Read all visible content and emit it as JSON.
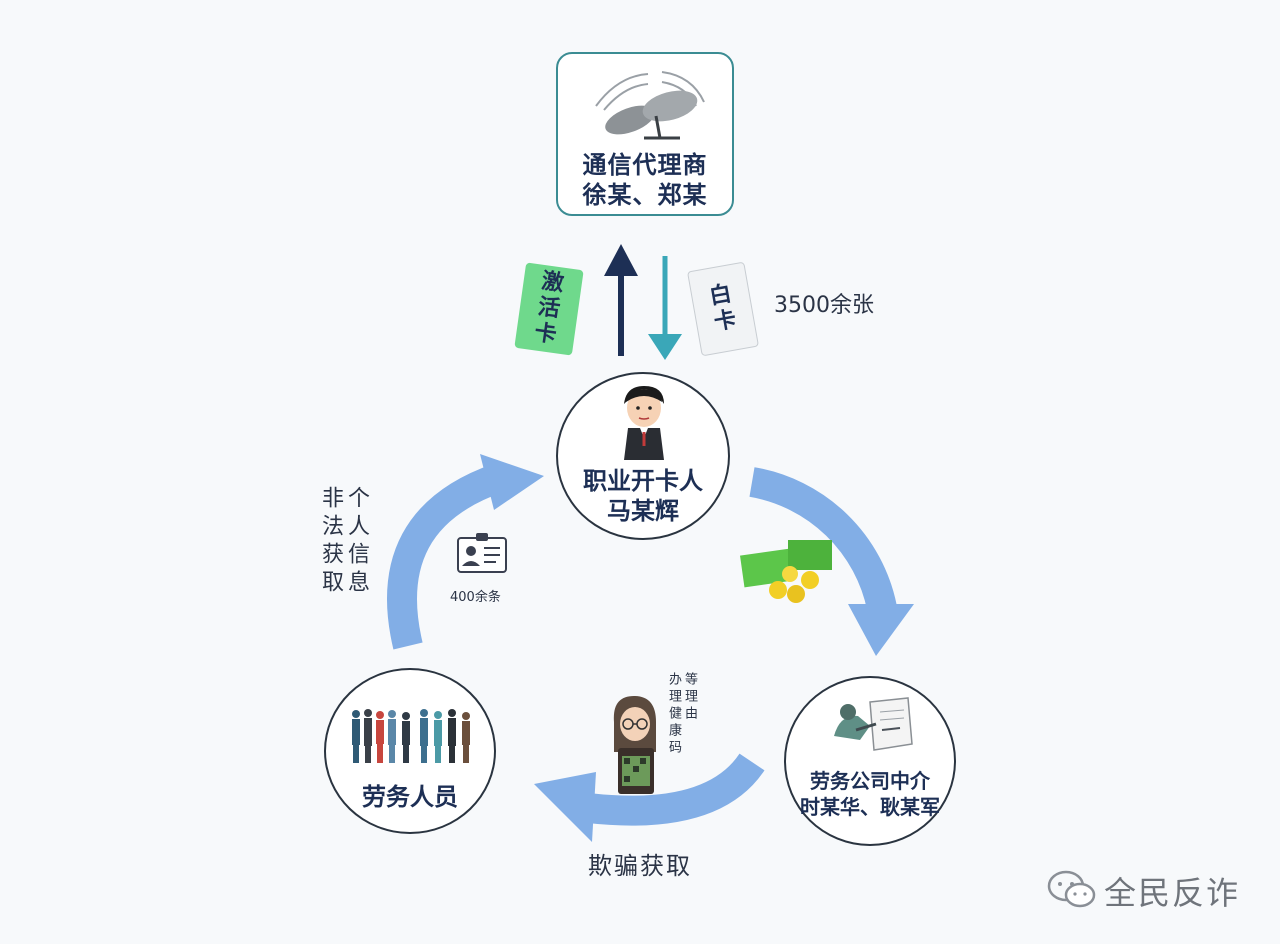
{
  "telecom_agent": {
    "line1": "通信代理商",
    "line2": "徐某、郑某",
    "icon": "satellite-dish-icon"
  },
  "flow_up": {
    "card_chars": [
      "激",
      "活",
      "卡"
    ],
    "card_color": "#6fd98c"
  },
  "flow_down": {
    "card_chars": [
      "白",
      "卡"
    ],
    "card_color": "#f1f3f5",
    "count_label": "3500余张"
  },
  "card_opener": {
    "line1": "职业开卡人",
    "line2": "马某辉",
    "icon": "man-icon"
  },
  "labor_broker": {
    "line1": "劳务公司中介",
    "line2": "时某华、耿某军",
    "icon": "contract-icon"
  },
  "laborers": {
    "label": "劳务人员",
    "icon": "people-group-icon"
  },
  "info_arrow": {
    "col1": "个人信息",
    "col2": "非法获取",
    "badge": "400余条",
    "badge_icon": "id-card-icon"
  },
  "pretext": {
    "col1": "等理由",
    "col2": "办理健康码",
    "icon": "woman-phone-icon"
  },
  "fraud_label": "欺骗获取",
  "money_icon": "money-icon",
  "watermark": {
    "text": "全民反诈",
    "icon": "wechat-icon"
  },
  "colors": {
    "arrow_blue": "#82aee6",
    "dark_navy": "#1d2f55",
    "teal": "#3aa7b8",
    "box_border": "#3b8c93"
  }
}
